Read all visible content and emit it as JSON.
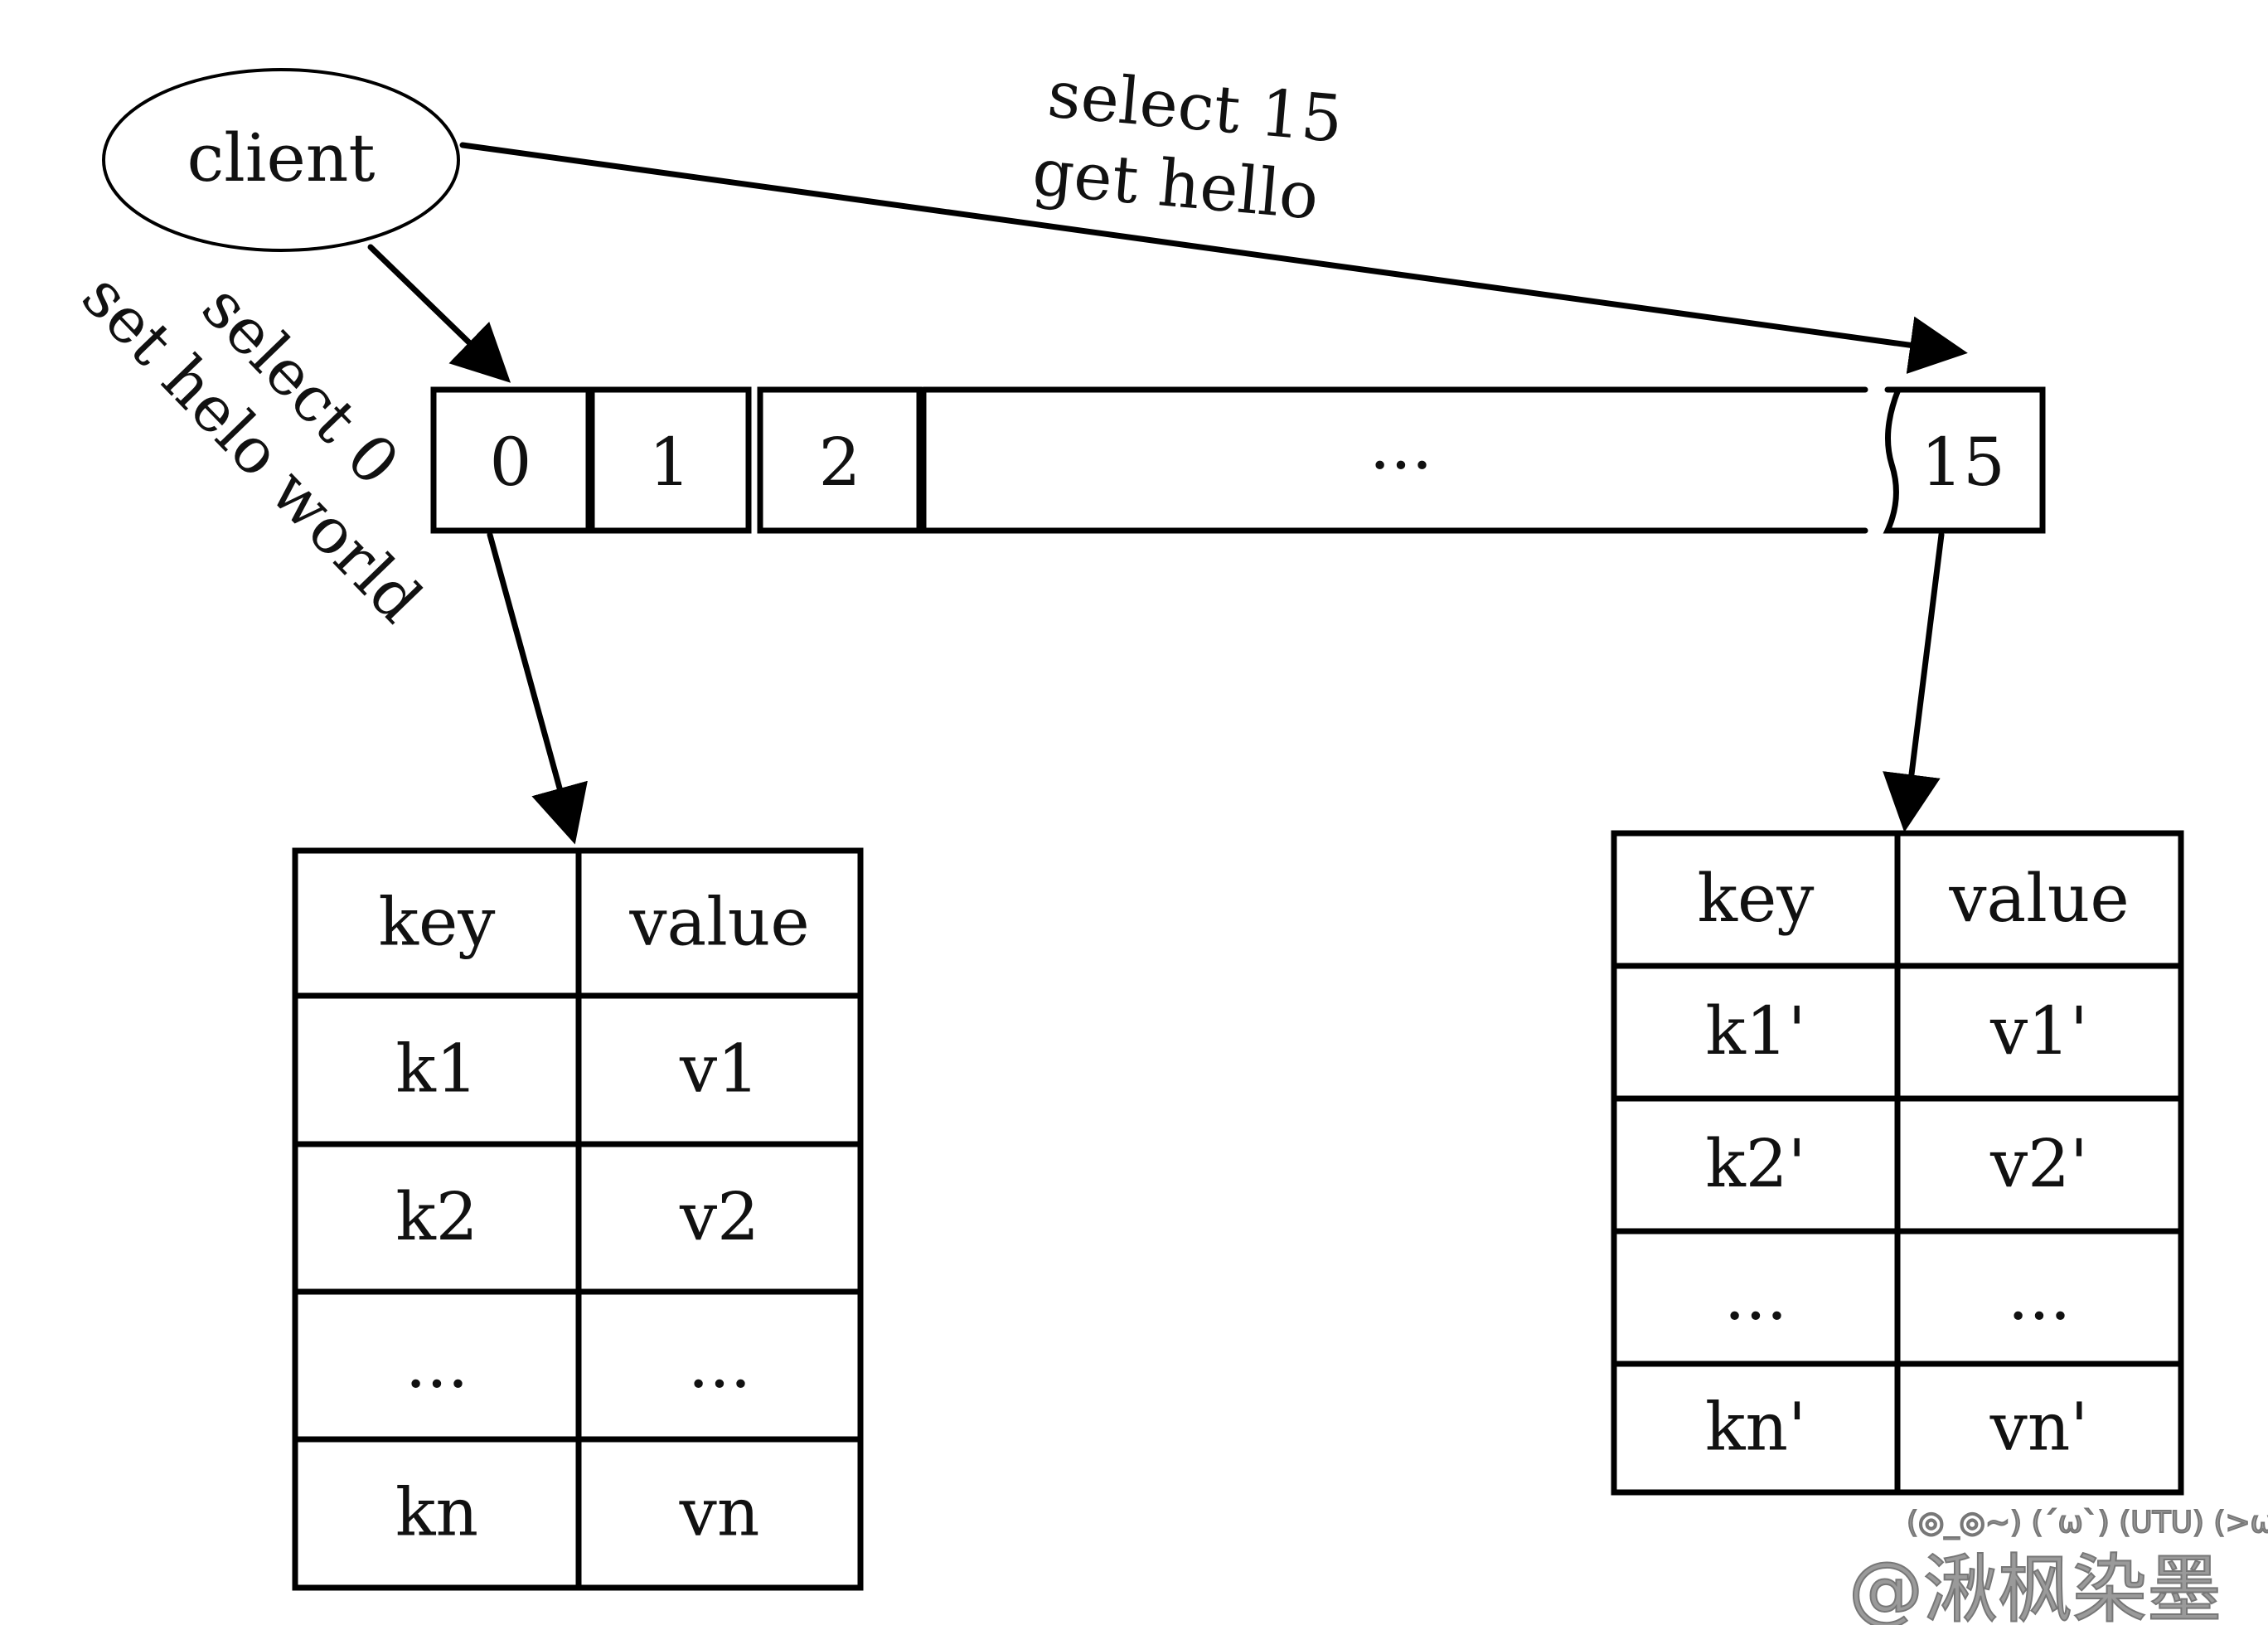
{
  "client": {
    "label": "client"
  },
  "edge_labels": {
    "to_db0": [
      "select 0",
      "set helo world"
    ],
    "to_db15": [
      "select 15",
      "get hello"
    ]
  },
  "databases": [
    "0",
    "1",
    "2",
    "...",
    "15"
  ],
  "left_table": {
    "headers": [
      "key",
      "value"
    ],
    "rows": [
      [
        "k1",
        "v1"
      ],
      [
        "k2",
        "v2"
      ],
      [
        "...",
        "..."
      ],
      [
        "kn",
        "vn"
      ]
    ]
  },
  "right_table": {
    "headers": [
      "key",
      "value"
    ],
    "rows": [
      [
        "k1'",
        "v1'"
      ],
      [
        "k2'",
        "v2'"
      ],
      [
        "...",
        "..."
      ],
      [
        "kn'",
        "vn'"
      ]
    ]
  },
  "watermark": {
    "faces": "(◎_◎~) (´ω`) (UTU) (>ω<)",
    "handle": "@湫枫染墨"
  }
}
